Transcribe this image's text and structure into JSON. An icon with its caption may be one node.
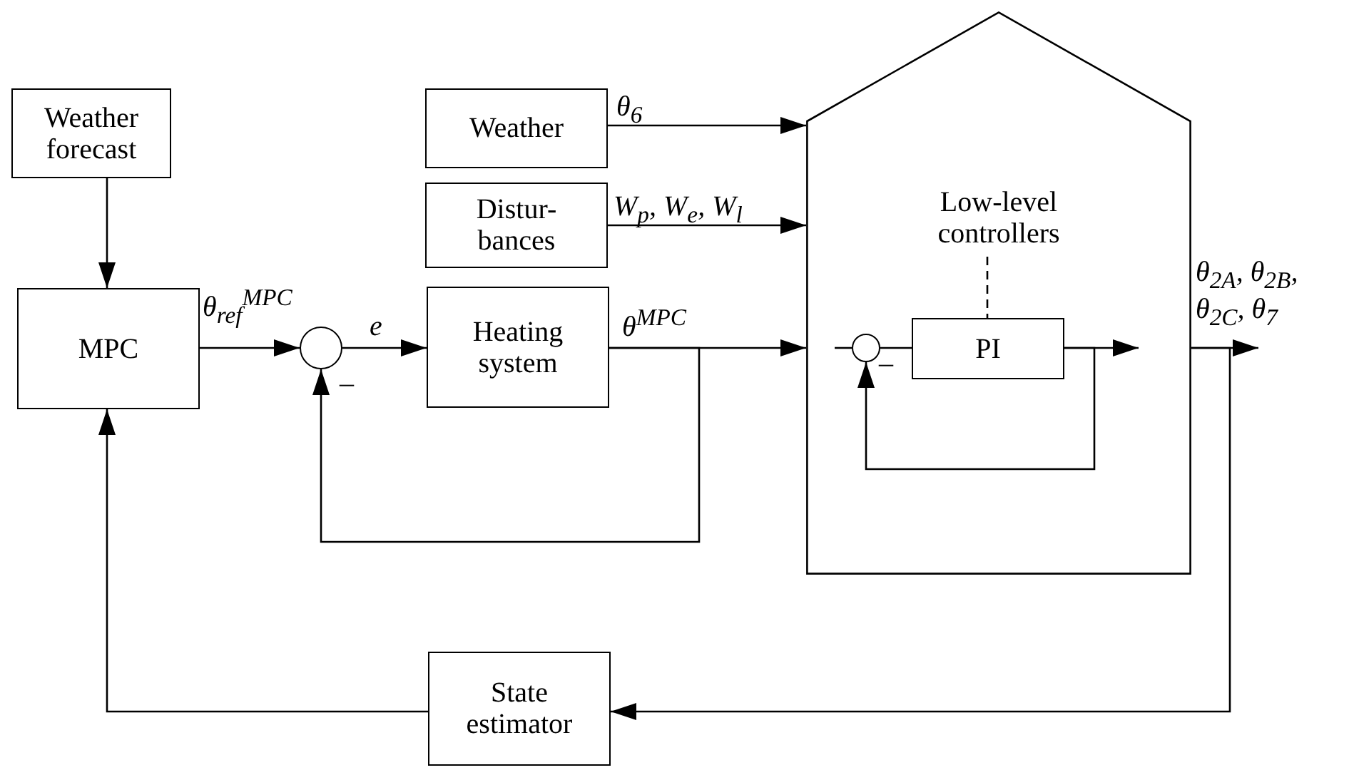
{
  "diagram": {
    "nodes": [
      {
        "text": [
          "Weather forecast"
        ]
      },
      {
        "text": [
          "MPC"
        ]
      },
      {
        "text": [],
        "shape": "circle",
        "beside": [
          "–"
        ]
      },
      {
        "text": [
          "Heating system"
        ]
      },
      {
        "text": [
          "Weather"
        ]
      },
      {
        "text": [
          "Distur- bances"
        ]
      },
      {
        "text": [],
        "shape": "house"
      },
      {
        "text": [
          "Low-level controllers"
        ],
        "in": 6
      },
      {
        "text": [],
        "shape": "circle",
        "in": 6,
        "beside": [
          "–"
        ]
      },
      {
        "text": [
          "PI"
        ],
        "in": 6
      },
      {
        "text": [
          "State estimator"
        ]
      }
    ],
    "edges": [
      {
        "from": 0,
        "to": 1,
        "arrow": "to"
      },
      {
        "from": 1,
        "to": 2,
        "arrow": "to",
        "label": "θ$_{ref}$$^{MPC}$"
      },
      {
        "from": 2,
        "to": 3,
        "arrow": "to",
        "label": "e"
      },
      {
        "from": 3,
        "to": 6,
        "arrow": "to",
        "label": "θ$^{MPC}$"
      },
      {
        "from": 3,
        "to": 2,
        "arrow": "to"
      },
      {
        "from": 4,
        "to": 6,
        "arrow": "to",
        "label": "θ$_{6}$"
      },
      {
        "from": 5,
        "to": 6,
        "arrow": "to",
        "label": "W$_{p}$, W$_{e}$, W$_{l}$"
      },
      {
        "from": 6,
        "to": null,
        "arrow": "to",
        "label": "θ$_{2A}$, θ$_{2B}$, θ$_{2C}$, θ$_{7}$"
      },
      {
        "from": 6,
        "to": 10,
        "arrow": "to"
      },
      {
        "from": 10,
        "to": 1,
        "arrow": "to"
      },
      {
        "from": 7,
        "to": 9,
        "arrow": "none",
        "style": "dashed"
      },
      {
        "from": 8,
        "to": 9,
        "arrow": "none"
      },
      {
        "from": 9,
        "to": null,
        "arrow": "to"
      },
      {
        "from": 9,
        "to": 8,
        "arrow": "to"
      },
      {
        "from": null,
        "to": 8,
        "arrow": "none"
      }
    ]
  }
}
